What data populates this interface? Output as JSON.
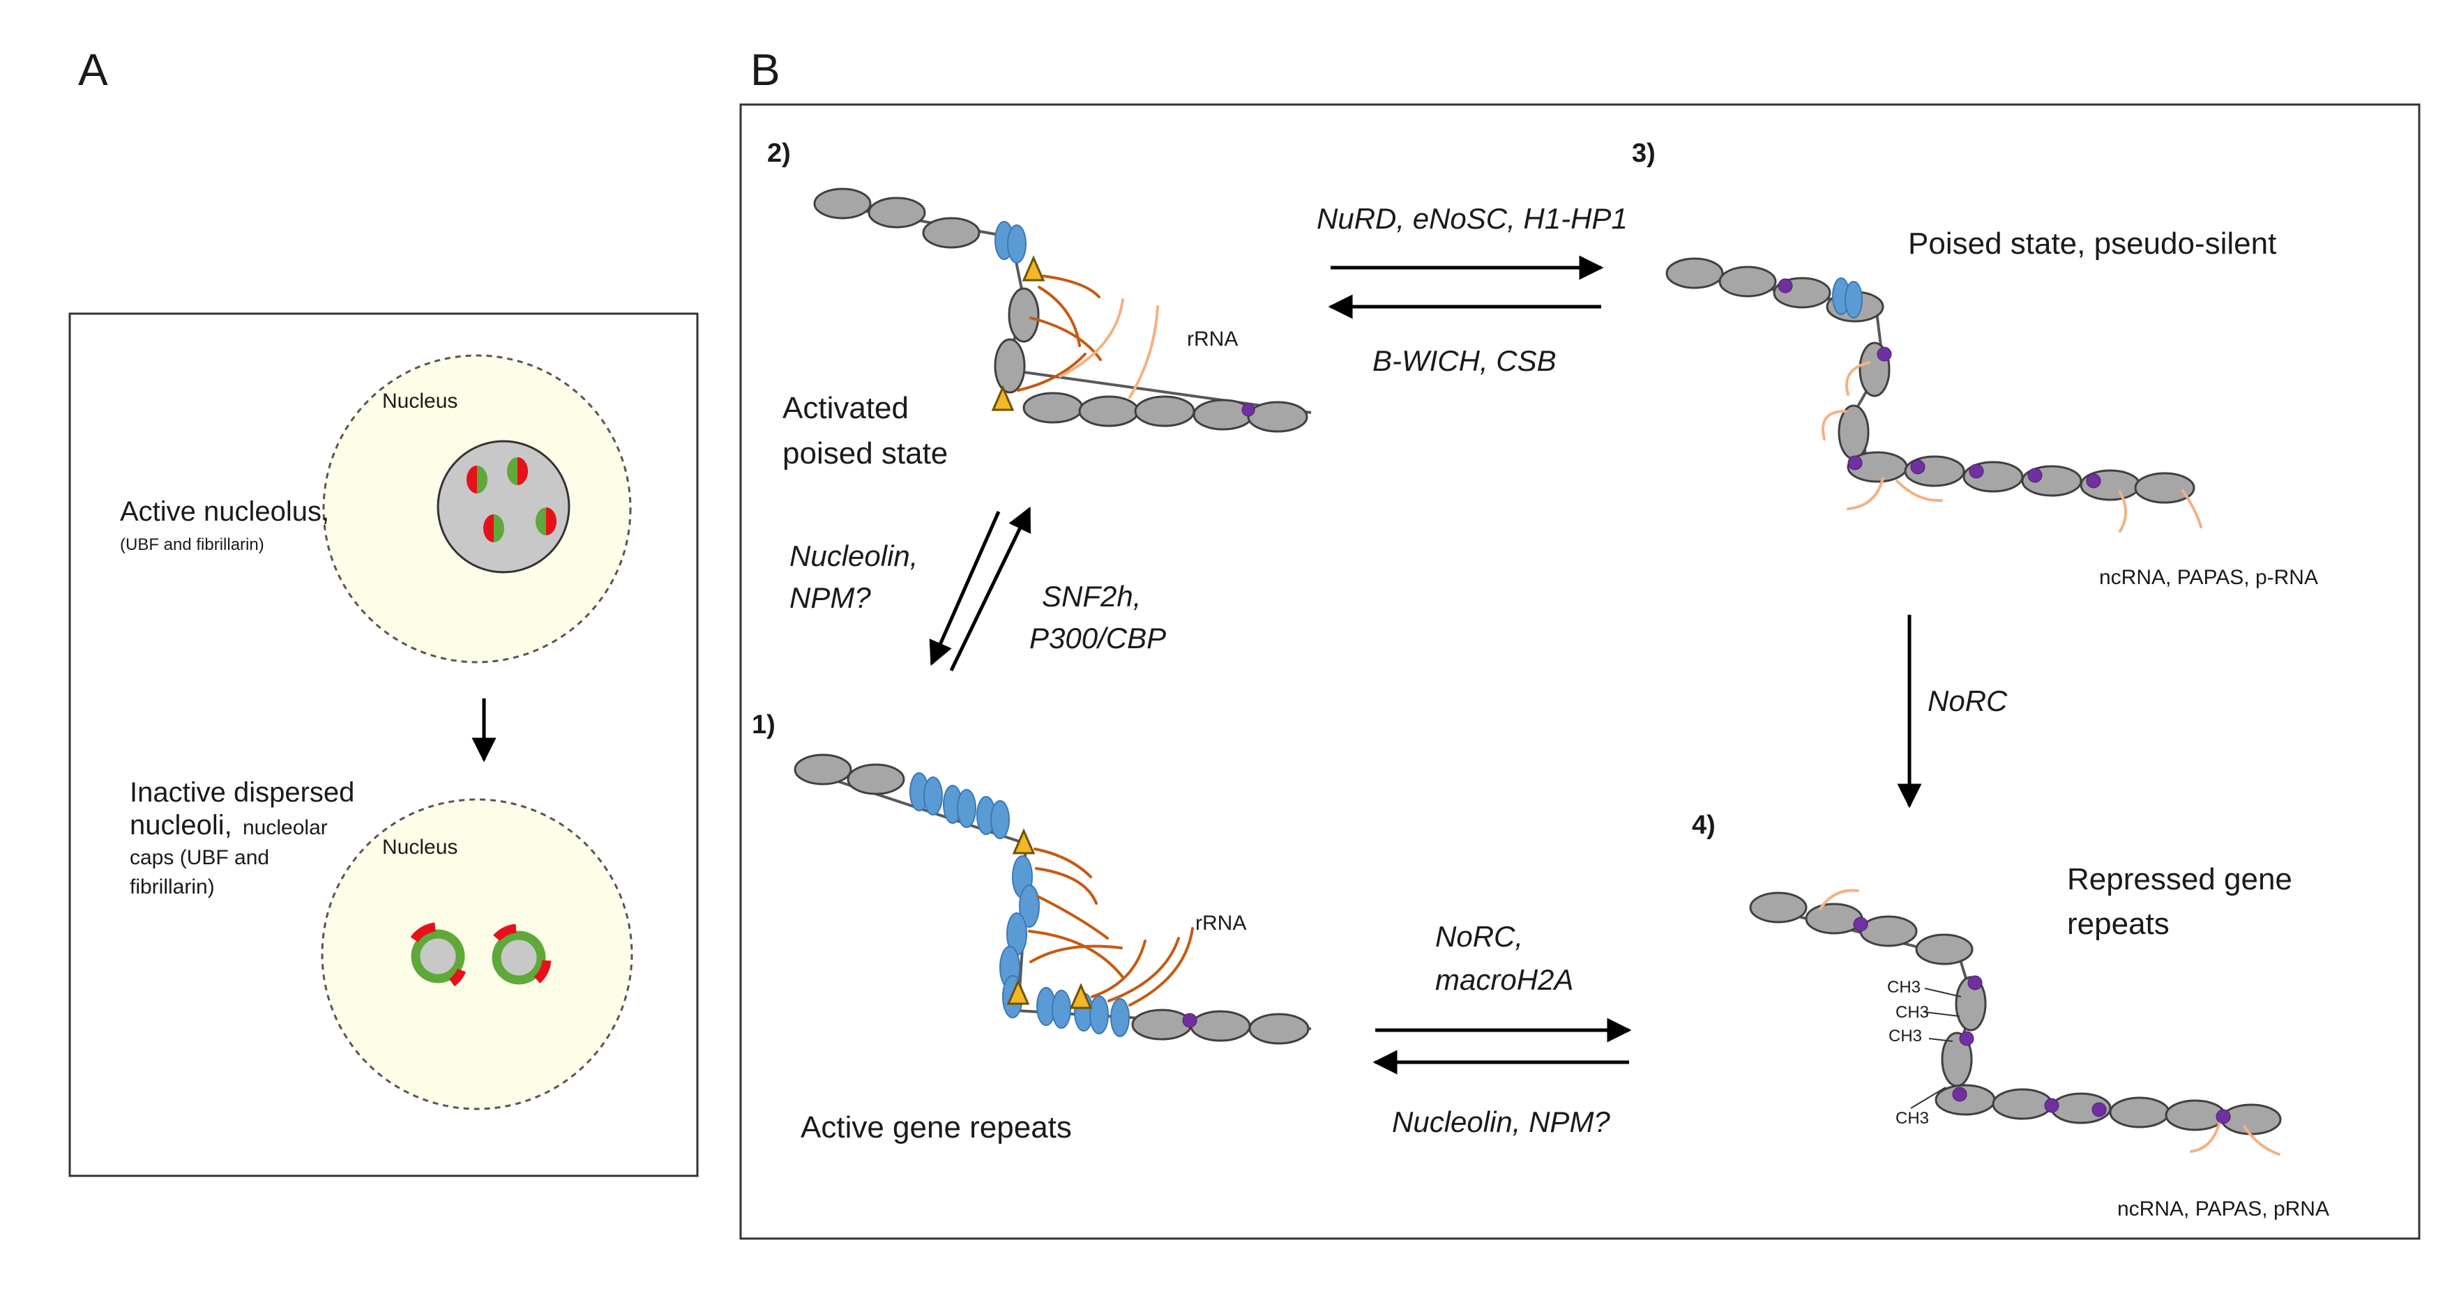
{
  "panels": {
    "a": {
      "letter": "A",
      "nucleus_label": "Nucleus",
      "active_title": "Active nucleolus,",
      "active_sub": "(UBF and fibrillarin)",
      "inactive_line1": "Inactive dispersed",
      "inactive_line2": "nucleoli,",
      "inactive_line2b": "nucleolar",
      "inactive_line3": "caps (UBF and",
      "inactive_line4": "fibrillarin)"
    },
    "b": {
      "letter": "B",
      "state1": {
        "num": "1)",
        "label": "Active gene repeats",
        "rna": "rRNA"
      },
      "state2": {
        "num": "2)",
        "label_line1": "Activated",
        "label_line2": "poised state",
        "rna": "rRNA"
      },
      "state3": {
        "num": "3)",
        "label": "Poised state, pseudo-silent",
        "ncrna": "ncRNA, PAPAS, p-RNA"
      },
      "state4": {
        "num": "4)",
        "label_line1": "Repressed gene",
        "label_line2": "repeats",
        "ncrna": "ncRNA, PAPAS, pRNA",
        "methyl": "CH3"
      },
      "transitions": {
        "t23_forward": "NuRD, eNoSC, H1-HP1",
        "t23_back": "B-WICH, CSB",
        "t21_down_line1": "Nucleolin,",
        "t21_down_line2": "NPM?",
        "t12_up_line1": "SNF2h,",
        "t12_up_line2": "P300/CBP",
        "t34": "NoRC",
        "t14_forward_line1": "NoRC,",
        "t14_forward_line2": "macroH2A",
        "t14_back": "Nucleolin, NPM?"
      }
    }
  },
  "colors": {
    "nucleus_fill": "#fefde8",
    "nucleolus_fill": "#c8c8c8",
    "ubf_red": "#e8111b",
    "fibrillarin_green": "#5fa83a",
    "histone_blue": "#5b9bd5",
    "methyl_purple": "#7030a0",
    "polymerase_yellow": "#f2b825",
    "rrna_orange": "#c55a11",
    "ncrna_peach": "#f4b183"
  }
}
